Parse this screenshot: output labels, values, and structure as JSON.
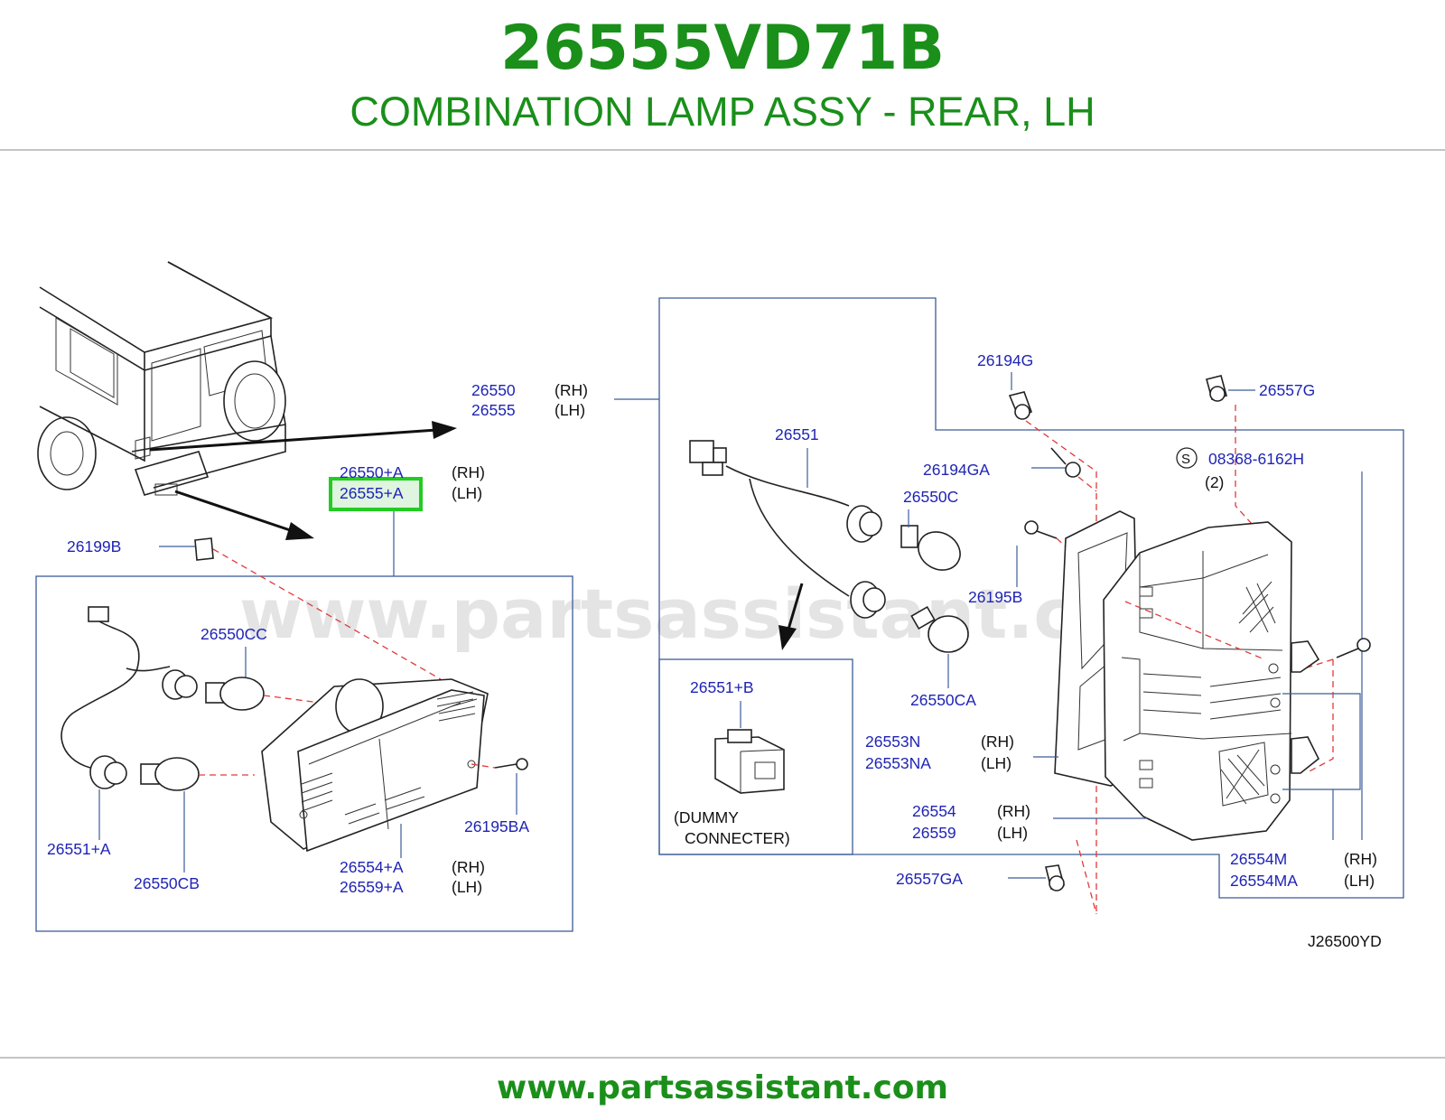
{
  "header": {
    "part_number": "26555VD71B",
    "part_title": "COMBINATION LAMP ASSY - REAR, LH"
  },
  "diagram": {
    "watermark": "www.partsassistant.com",
    "reference_code": "J26500YD",
    "sides": {
      "rh": "(RH)",
      "lh": "(LH)"
    },
    "callouts": {
      "p26550": "26550",
      "p26555": "26555",
      "p26550A": "26550+A",
      "p26555A": "26555+A",
      "p26199B": "26199B",
      "p26550CC": "26550CC",
      "p26551A": "26551+A",
      "p26550CB": "26550CB",
      "p26554A": "26554+A",
      "p26559A": "26559+A",
      "p26195BA": "26195BA",
      "p26551": "26551",
      "p26194G": "26194G",
      "p26557G": "26557G",
      "p26194GA": "26194GA",
      "p08368": "08368-6162H",
      "qty2": "(2)",
      "screw_symbol": "S",
      "p26550C": "26550C",
      "p26195B": "26195B",
      "p26550CA": "26550CA",
      "p26551B": "26551+B",
      "dummy1": "(DUMMY",
      "dummy2": "CONNECTER)",
      "p26553N": "26553N",
      "p26553NA": "26553NA",
      "p26554": "26554",
      "p26559": "26559",
      "p26557GA": "26557GA",
      "p26554M": "26554M",
      "p26554MA": "26554MA"
    },
    "highlighted_part": "26555+A"
  },
  "footer": {
    "url": "www.partsassistant.com"
  },
  "colors": {
    "brand_green": "#1a8f1a",
    "callout_blue": "#1f24b5",
    "highlight_green": "#22cc22",
    "leader_red": "#e03a3a"
  }
}
